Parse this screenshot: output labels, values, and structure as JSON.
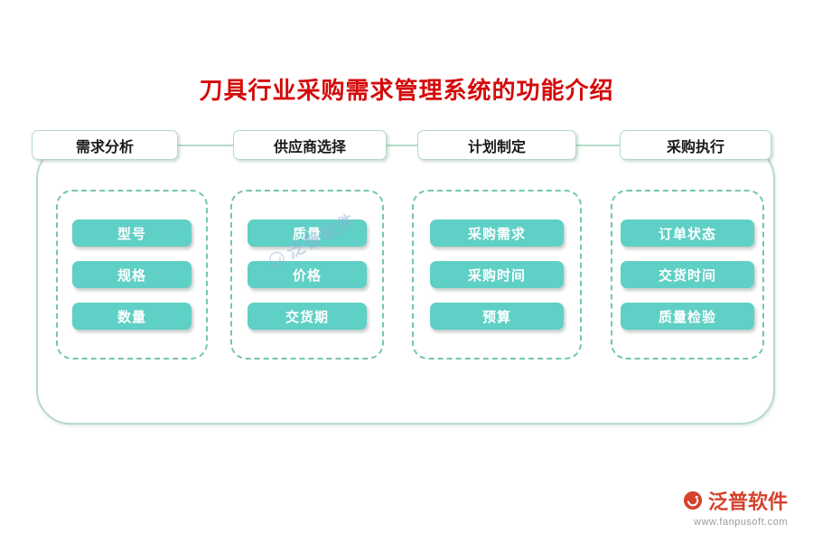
{
  "page": {
    "title": "刀具行业采购需求管理系统的功能介绍"
  },
  "colors": {
    "title_red": "#d40a0a",
    "pill_teal": "#5fd0c5",
    "dashed_border_teal": "#74c6af",
    "panel_border_green": "#b4dbc6",
    "brand_red": "#d5422e",
    "watermark_blue": "#8fb3d9"
  },
  "columns": [
    {
      "header": "需求分析",
      "items": [
        "型号",
        "规格",
        "数量"
      ]
    },
    {
      "header": "供应商选择",
      "items": [
        "质量",
        "价格",
        "交货期"
      ]
    },
    {
      "header": "计划制定",
      "items": [
        "采购需求",
        "采购时间",
        "预算"
      ]
    },
    {
      "header": "采购执行",
      "items": [
        "订单状态",
        "交货时间",
        "质量检验"
      ]
    }
  ],
  "watermark": {
    "text": "泛普软件"
  },
  "footer": {
    "brand": "泛普软件",
    "url": "www.fanpusoft.com"
  }
}
